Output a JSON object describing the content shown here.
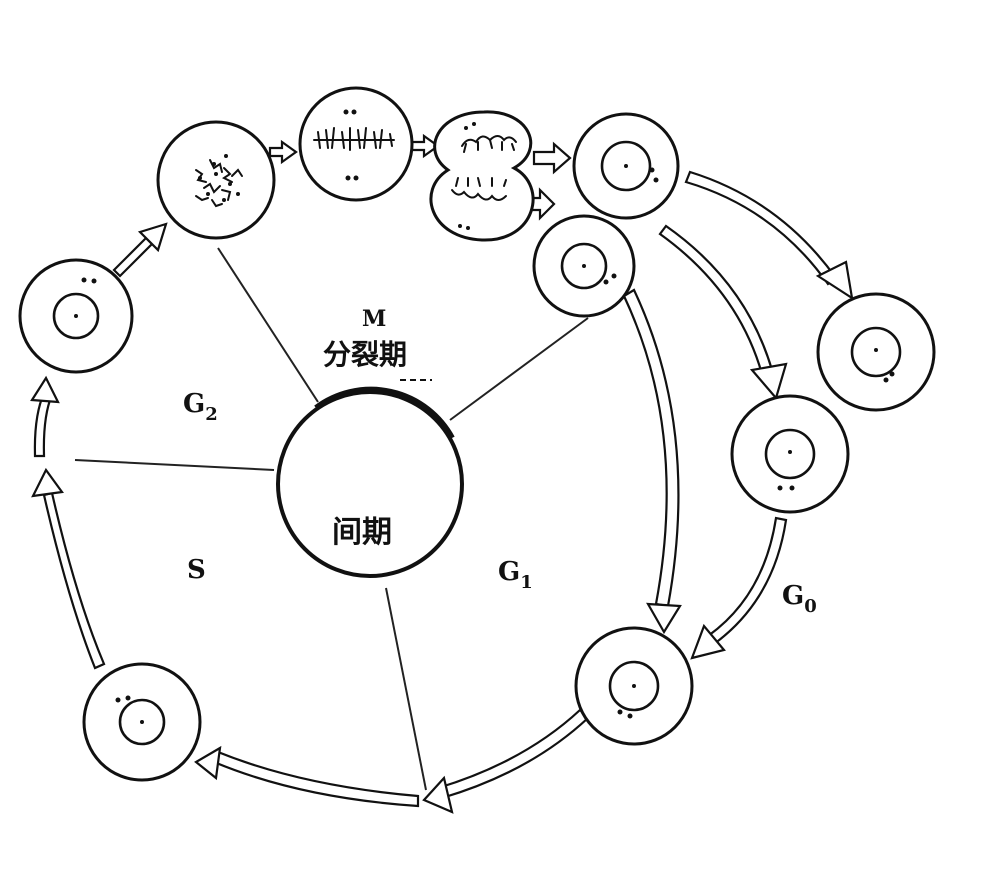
{
  "labels": {
    "m": "M",
    "mitosis": "分裂期",
    "interphase": "间期",
    "g2": "G",
    "g2_sub": "2",
    "s": "S",
    "g1": "G",
    "g1_sub": "1",
    "g0": "G",
    "g0_sub": "0"
  },
  "colors": {
    "ink": "#111111",
    "paper": "#ffffff"
  }
}
